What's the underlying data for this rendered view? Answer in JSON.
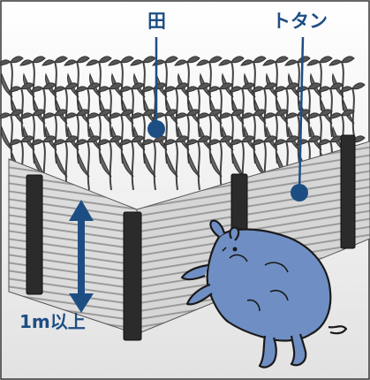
{
  "labels": {
    "field": "田",
    "tin_sheet": "トタン",
    "height": "1m以上"
  },
  "colors": {
    "accent": "#1d4e83",
    "fence_light": "#dcdcdc",
    "fence_dark": "#b9b9b9",
    "post": "#2b2b2b",
    "crop": "#5a5a5a",
    "boar": "#6f8fc4"
  },
  "icons": {
    "boar": "wild-boar-icon",
    "arrow": "double-arrow-icon"
  }
}
